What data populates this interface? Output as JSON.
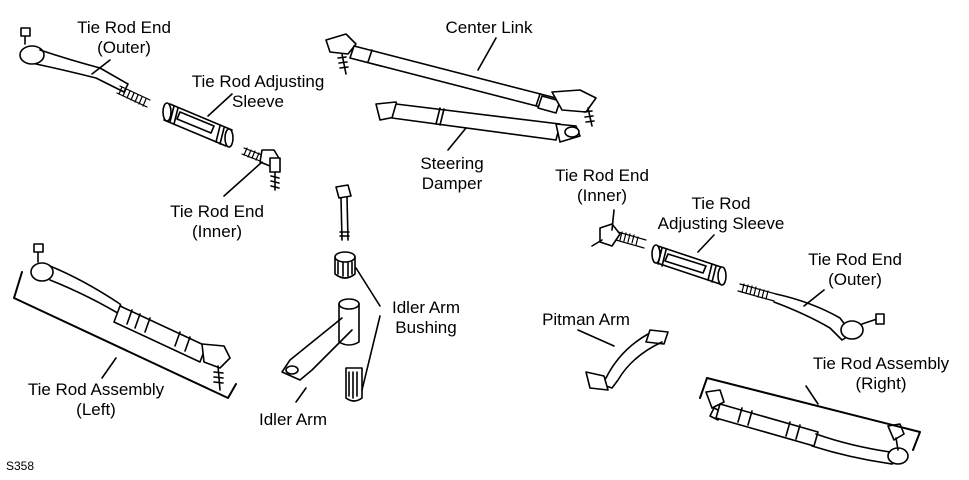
{
  "labels": {
    "tre_outer_left": [
      "Tie Rod End",
      "(Outer)"
    ],
    "adj_sleeve_left": [
      "Tie Rod Adjusting",
      "Sleeve"
    ],
    "tre_inner_left": [
      "Tie Rod End",
      "(Inner)"
    ],
    "center_link": [
      "Center Link"
    ],
    "steering_damper": [
      "Steering",
      "Damper"
    ],
    "tre_inner_right": [
      "Tie Rod End",
      "(Inner)"
    ],
    "adj_sleeve_right": [
      "Tie Rod",
      "Adjusting Sleeve"
    ],
    "tre_outer_right": [
      "Tie Rod End",
      "(Outer)"
    ],
    "idler_bushing": [
      "Idler Arm",
      "Bushing"
    ],
    "pitman_arm": [
      "Pitman Arm"
    ],
    "idler_arm": [
      "Idler Arm"
    ],
    "assembly_left": [
      "Tie Rod Assembly",
      "(Left)"
    ],
    "assembly_right": [
      "Tie Rod Assembly",
      "(Right)"
    ]
  },
  "figure_code": "S358"
}
